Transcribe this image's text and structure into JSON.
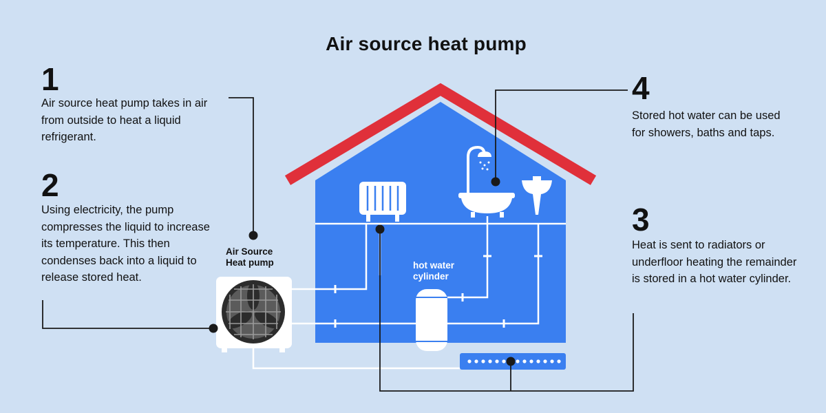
{
  "title": "Air source heat pump",
  "steps": [
    {
      "number": "1",
      "text": "Air source heat pump takes in air from outside to heat a liquid refrigerant."
    },
    {
      "number": "2",
      "text": "Using electricity, the pump compresses the liquid to increase its temperature. This then condenses back into a liquid to release stored heat."
    },
    {
      "number": "3",
      "text": "Heat is sent to radiators or underfloor heating the remainder is stored in a hot water cylinder."
    },
    {
      "number": "4",
      "text": "Stored hot water can be used for showers, baths and taps."
    }
  ],
  "labels": {
    "heat_pump": "Air Source Heat pump",
    "cylinder": "hot water cylinder"
  },
  "colors": {
    "background": "#cfe0f3",
    "house": "#3a7ff0",
    "roof": "#e0303a",
    "pipe": "#ffffff",
    "connector": "#1a1a1a"
  }
}
